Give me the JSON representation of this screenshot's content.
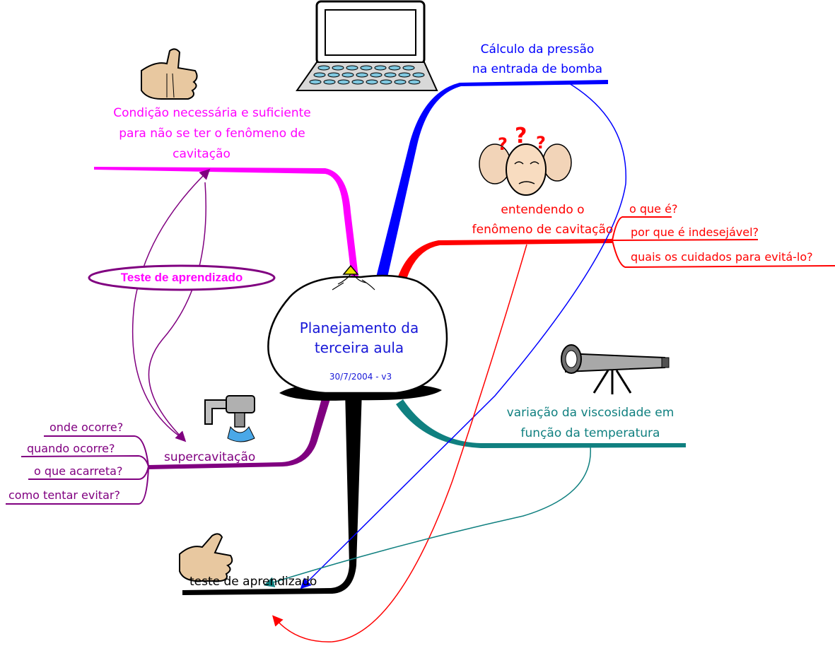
{
  "colors": {
    "center": "#1818d8",
    "magenta": "#ff00ff",
    "blue": "#0000ff",
    "red": "#ff0000",
    "teal": "#108080",
    "purple": "#800080",
    "black": "#000000"
  },
  "center": {
    "title_line1": "Planejamento da",
    "title_line2": "terceira aula",
    "date": "30/7/2004 - v3"
  },
  "branches": {
    "condicao": {
      "line1": "Condição necessária e suficiente",
      "line2": "para não se ter o fenômeno de",
      "line3": "cavitação",
      "icon": "thumbs-up-icon"
    },
    "teste_oval": {
      "label": "Teste de aprendizado"
    },
    "calculo": {
      "line1": "Cálculo da pressão",
      "line2": "na entrada de bomba",
      "icon": "laptop-icon"
    },
    "entendendo": {
      "line1": "entendendo o",
      "line2": "fenômeno de cavitação",
      "icon": "confused-heads-icon",
      "subs": [
        "o que é?",
        "por que é indesejável?",
        "quais os cuidados para evitá-lo?"
      ]
    },
    "viscosidade": {
      "line1": "variação da viscosidade em",
      "line2": "função da temperatura",
      "icon": "telescope-icon"
    },
    "supercavitacao": {
      "label": "supercavitação",
      "icon": "faucet-icon",
      "subs": [
        "onde ocorre?",
        "quando ocorre?",
        "o que acarreta?",
        "como tentar evitar?"
      ]
    },
    "teste": {
      "label": "teste de aprendizado",
      "icon": "thumbs-up-small-icon"
    }
  }
}
